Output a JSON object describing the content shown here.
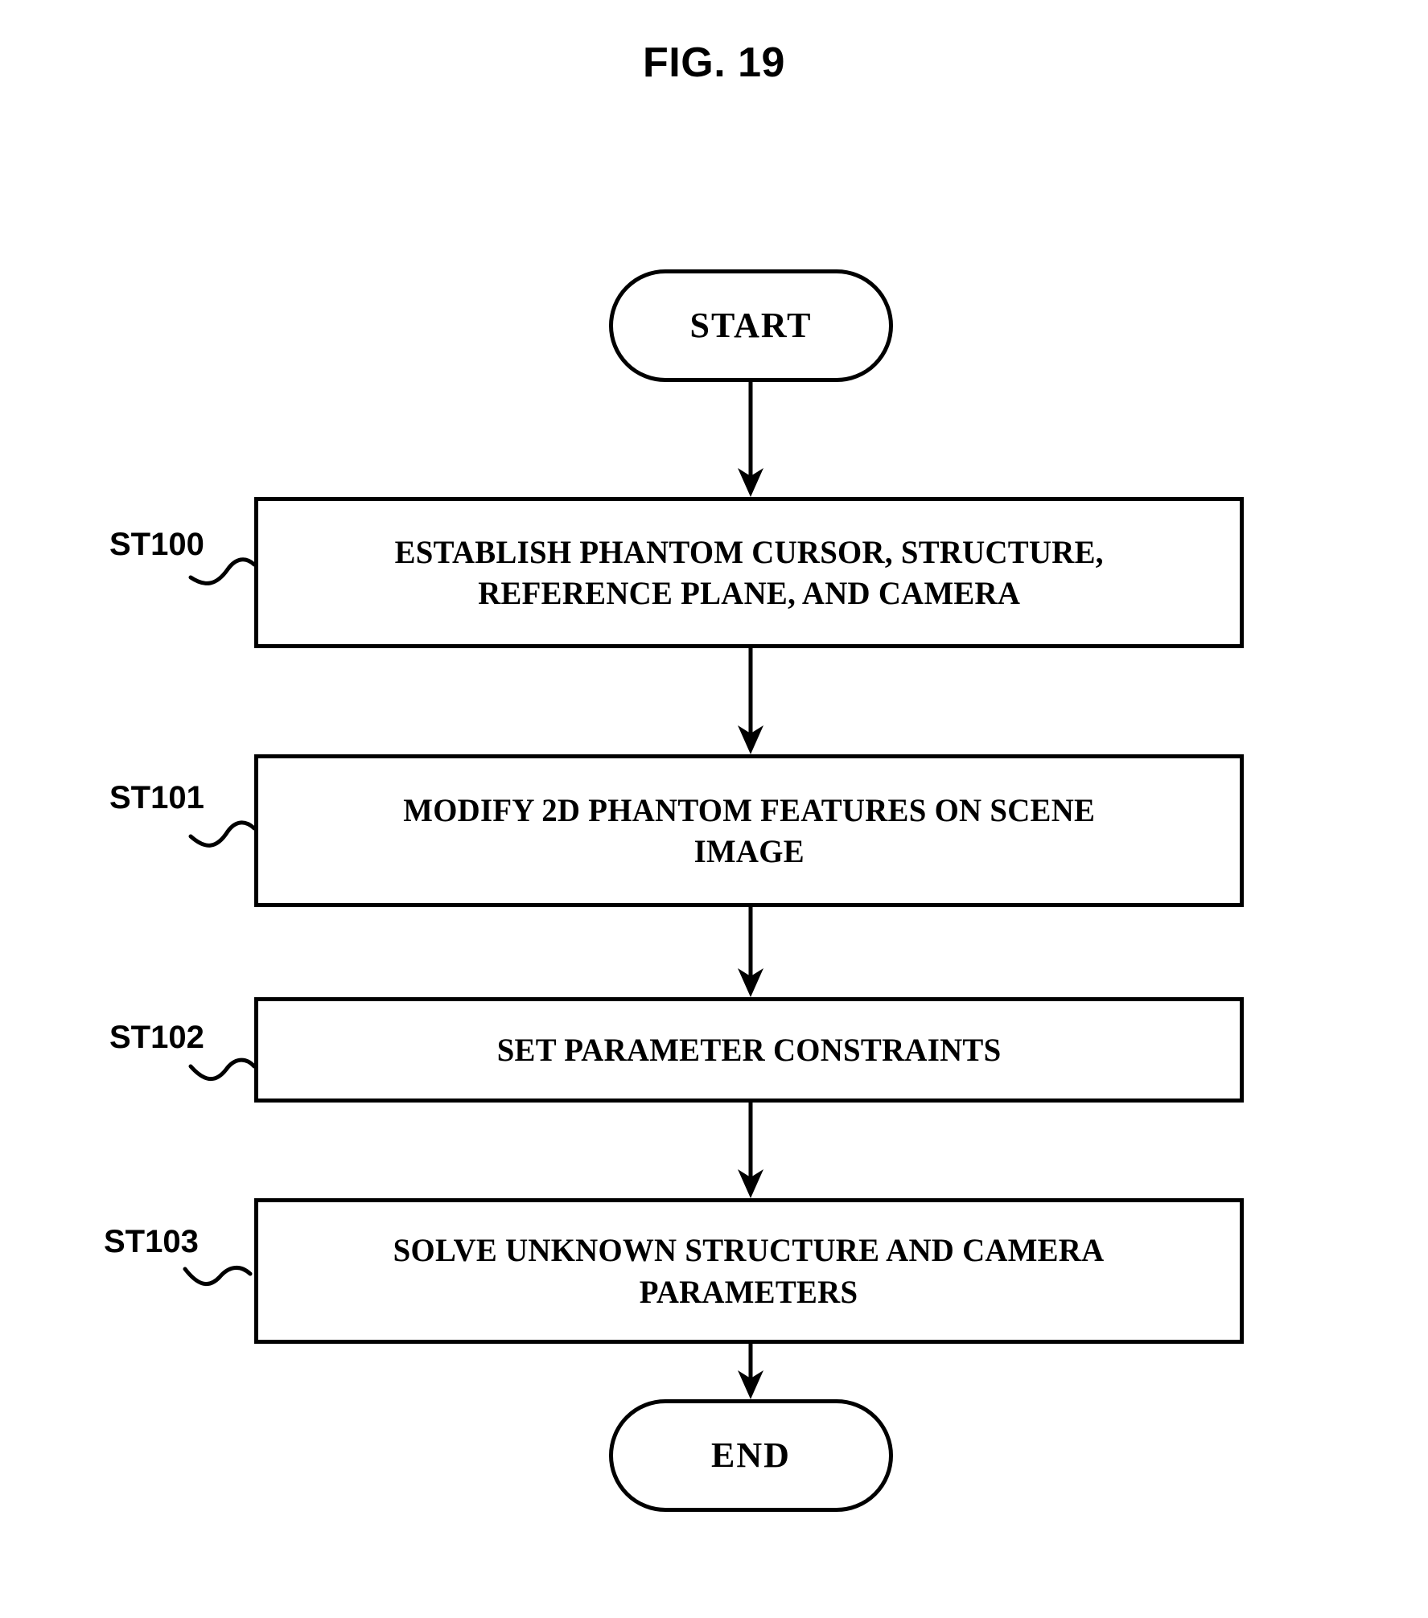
{
  "figure": {
    "title": "FIG. 19"
  },
  "flowchart": {
    "type": "flowchart",
    "orientation": "top-to-bottom",
    "nodes": [
      {
        "id": "start",
        "shape": "terminator",
        "label": "START"
      },
      {
        "id": "st100",
        "shape": "process",
        "ref": "ST100",
        "label": "ESTABLISH  PHANTOM CURSOR,  STRUCTURE, REFERENCE PLANE, AND CAMERA",
        "line1": "ESTABLISH  PHANTOM CURSOR,  STRUCTURE,",
        "line2": "REFERENCE PLANE, AND CAMERA"
      },
      {
        "id": "st101",
        "shape": "process",
        "ref": "ST101",
        "label": "MODIFY 2D PHANTOM FEATURES ON SCENE IMAGE",
        "line1": "MODIFY 2D PHANTOM FEATURES ON SCENE",
        "line2": "IMAGE"
      },
      {
        "id": "st102",
        "shape": "process",
        "ref": "ST102",
        "label": "SET PARAMETER CONSTRAINTS",
        "line1": "SET PARAMETER CONSTRAINTS",
        "line2": ""
      },
      {
        "id": "st103",
        "shape": "process",
        "ref": "ST103",
        "label": "SOLVE UNKNOWN STRUCTURE AND CAMERA PARAMETERS",
        "line1": "SOLVE UNKNOWN STRUCTURE AND CAMERA",
        "line2": "PARAMETERS"
      },
      {
        "id": "end",
        "shape": "terminator",
        "label": "END"
      }
    ],
    "edges": [
      {
        "from": "start",
        "to": "st100",
        "style": "arrow-down"
      },
      {
        "from": "st100",
        "to": "st101",
        "style": "arrow-down"
      },
      {
        "from": "st101",
        "to": "st102",
        "style": "arrow-down"
      },
      {
        "from": "st102",
        "to": "st103",
        "style": "arrow-down"
      },
      {
        "from": "st103",
        "to": "end",
        "style": "arrow-down"
      }
    ],
    "colors": {
      "stroke": "#000000",
      "fill": "#ffffff",
      "text": "#000000"
    }
  }
}
